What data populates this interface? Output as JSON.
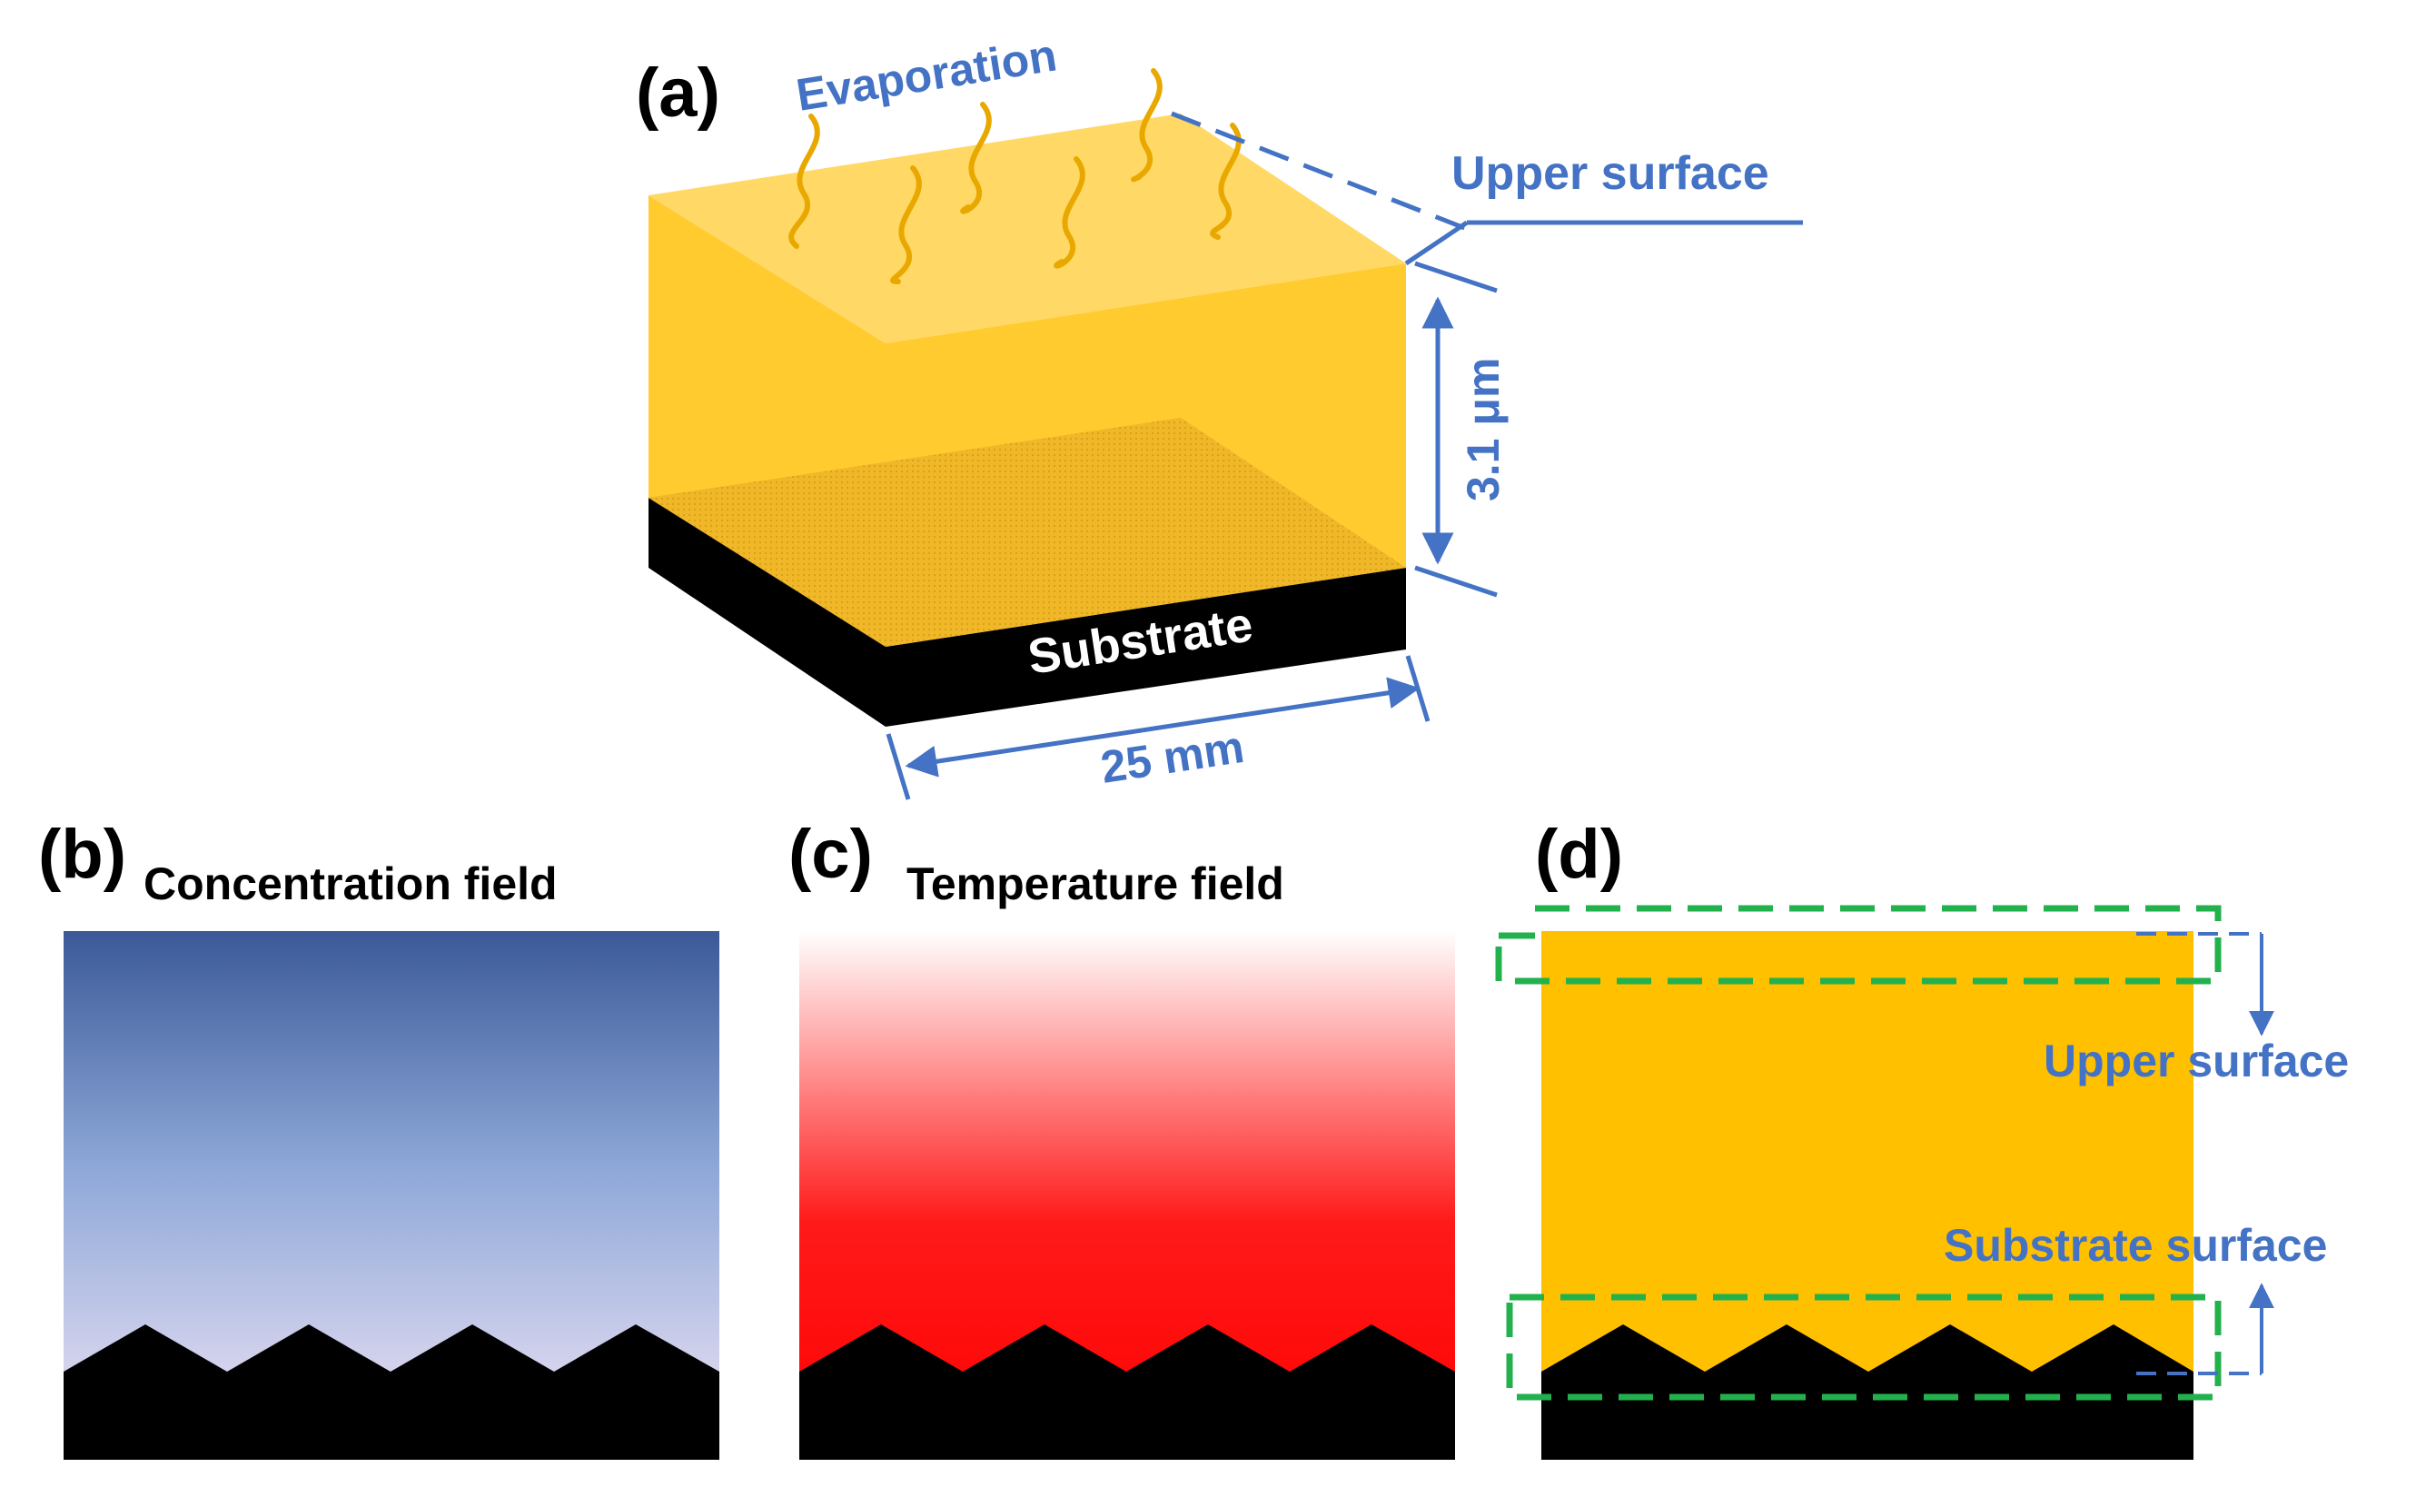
{
  "panels": {
    "a": {
      "label": "(a)",
      "evaporation": "Evaporation",
      "upper_surface": "Upper surface",
      "thickness": "3.1 μm",
      "width": "25 mm",
      "substrate": "Substrate"
    },
    "b": {
      "label": "(b)",
      "title": "Concentration field"
    },
    "c": {
      "label": "(c)",
      "title": "Temperature field"
    },
    "d": {
      "label": "(d)",
      "upper_surface": "Upper surface",
      "substrate_surface": "Substrate surface"
    }
  },
  "colors": {
    "film": "#ffc000",
    "film_top": "#ffd866",
    "substrate": "#000000",
    "annotation": "#4472c4",
    "dashed_region": "#22b14c",
    "concentration_top": "#3b5998",
    "concentration_bottom": "#f3e6f6",
    "temperature_top": "#ffffff",
    "temperature_bottom": "#ff0000"
  }
}
